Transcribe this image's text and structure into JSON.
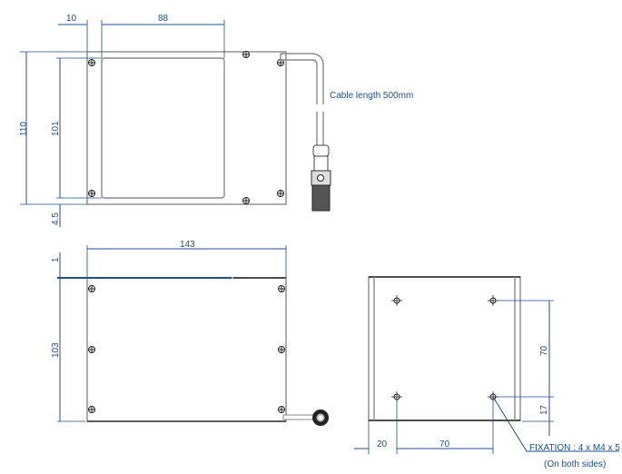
{
  "colors": {
    "dimension": "#1f4e8c",
    "part": "#8a8a8a"
  },
  "top_view": {
    "dim_offset": "10",
    "dim_window_width": "88",
    "dim_height": "110",
    "dim_window_height": "101",
    "dim_bottom_offset": "4.5",
    "cable_label": "Cable length 500mm"
  },
  "side_view": {
    "dim_length": "143",
    "dim_top": "1",
    "dim_height": "103"
  },
  "bottom_view": {
    "dim_hole_vertical": "70",
    "dim_hole_bottom": "17",
    "dim_hole_left": "20",
    "dim_hole_horizontal": "70",
    "fixation_label": "FIXATION : 4 x M4 x 5",
    "fixation_note": "(On both sides)"
  }
}
